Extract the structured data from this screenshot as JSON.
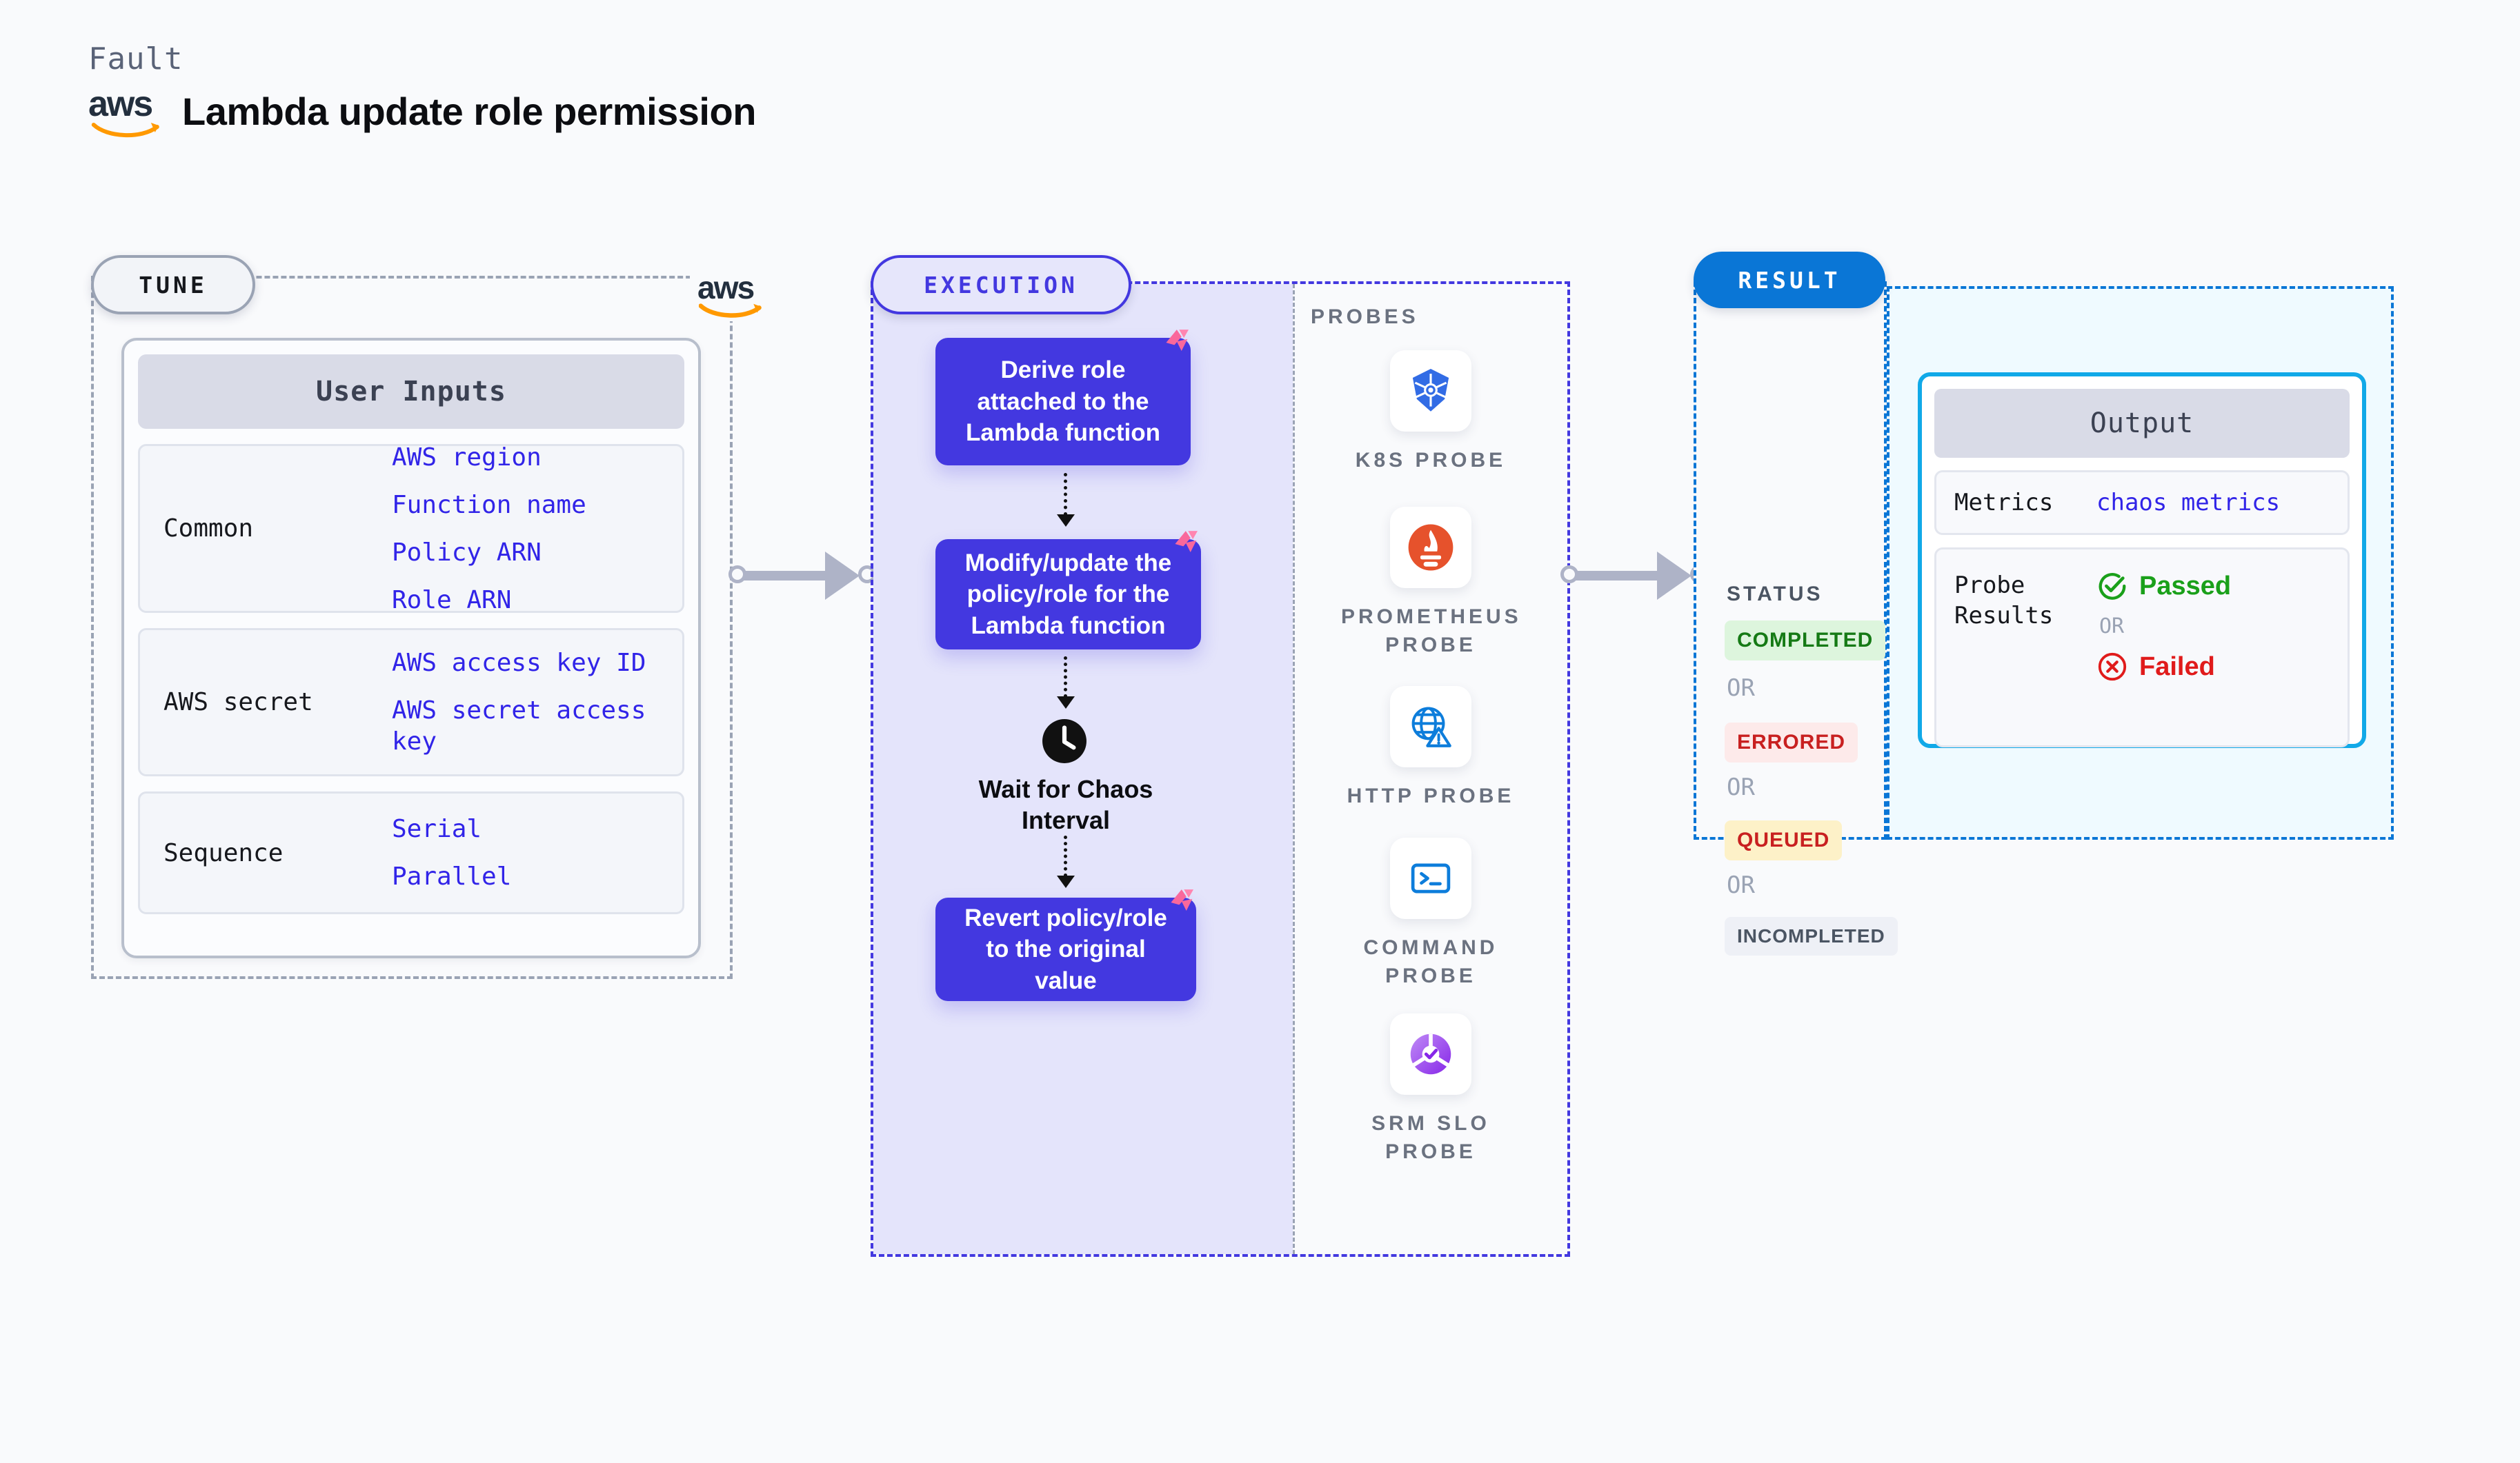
{
  "header": {
    "fault_label": "Fault",
    "title": "Lambda update role permission",
    "logo": "aws-logo"
  },
  "tune": {
    "badge": "TUNE",
    "provider_logo": "aws-logo",
    "card_title": "User Inputs",
    "groups": [
      {
        "label": "Common",
        "values": [
          "AWS region",
          "Function name",
          "Policy ARN",
          "Role ARN"
        ]
      },
      {
        "label": "AWS secret",
        "values": [
          "AWS access key ID",
          "AWS secret access key"
        ]
      },
      {
        "label": "Sequence",
        "values": [
          "Serial",
          "Parallel"
        ]
      }
    ]
  },
  "execution": {
    "badge": "EXECUTION",
    "nodes": [
      {
        "text": "Derive role attached to the Lambda function",
        "icon": "litmus-icon"
      },
      {
        "text": "Modify/update the policy/role for the Lambda function",
        "icon": "litmus-icon"
      },
      {
        "text": "Revert policy/role to the original value",
        "icon": "litmus-icon"
      }
    ],
    "wait": {
      "label": "Wait for Chaos Interval",
      "icon": "clock-icon"
    },
    "probes_label": "PROBES",
    "probes": [
      {
        "name": "K8S PROBE",
        "icon": "kubernetes-icon"
      },
      {
        "name": "PROMETHEUS PROBE",
        "icon": "prometheus-icon"
      },
      {
        "name": "HTTP PROBE",
        "icon": "http-globe-warning-icon"
      },
      {
        "name": "COMMAND PROBE",
        "icon": "terminal-icon"
      },
      {
        "name": "SRM SLO PROBE",
        "icon": "srm-slo-icon"
      }
    ]
  },
  "result": {
    "badge": "RESULT",
    "status_label": "STATUS",
    "or_text": "OR",
    "statuses": [
      {
        "label": "COMPLETED",
        "bg": "#ddf5dd",
        "color": "#157a15"
      },
      {
        "label": "ERRORED",
        "bg": "#fdeaea",
        "color": "#c82020"
      },
      {
        "label": "QUEUED",
        "bg": "#fdf1c8",
        "color": "#c82020"
      },
      {
        "label": "INCOMPLETED",
        "bg": "#eef0f6",
        "color": "#4b5563"
      }
    ],
    "output": {
      "title": "Output",
      "rows": [
        {
          "label": "Metrics",
          "value": "chaos metrics"
        }
      ],
      "probe_results_label": "Probe Results",
      "verdict_pass": "Passed",
      "verdict_fail": "Failed",
      "verdict_or": "OR",
      "pass_icon": "check-circle-icon",
      "fail_icon": "x-circle-icon"
    }
  },
  "colors": {
    "execution_accent": "#4338e0",
    "result_accent": "#0a76d6",
    "output_border": "#11a9e8",
    "litmus_pink": "#f9689c",
    "tune_border": "#9aa3b4",
    "input_value": "#3124e8"
  }
}
